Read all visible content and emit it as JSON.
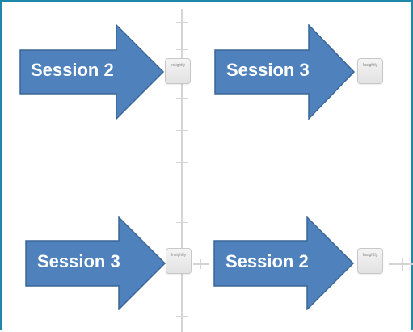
{
  "colors": {
    "frame": "#1f88a8",
    "arrow_fill": "#4f81bd",
    "arrow_stroke": "#3a6797",
    "arrow_text": "#ffffff"
  },
  "arrows": [
    {
      "label": "Session 2"
    },
    {
      "label": "Session 3"
    },
    {
      "label": "Session 3"
    },
    {
      "label": "Session 2"
    }
  ],
  "devices": [
    {
      "icon": "access-point-icon",
      "text": "Insightly"
    },
    {
      "icon": "access-point-icon",
      "text": "Insightly"
    },
    {
      "icon": "access-point-icon",
      "text": "Insightly"
    },
    {
      "icon": "access-point-icon",
      "text": "Insightly"
    }
  ]
}
